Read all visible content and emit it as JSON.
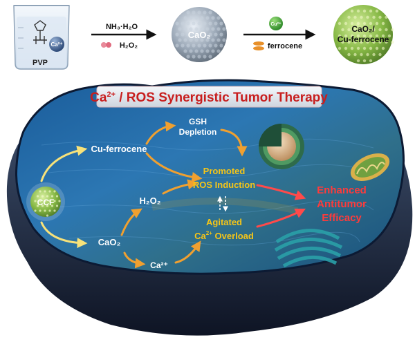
{
  "synthesis": {
    "beaker_label": "PVP",
    "beaker_ion": "Ca²⁺",
    "step1_reagent_a": "NH₃·H₂O",
    "step1_reagent_b": "H₂O₂",
    "product1": "CaO₂",
    "step2_ion": "Cu²⁺",
    "step2_reagent": "ferrocene",
    "product2_line1": "CaO₂/",
    "product2_line2": "Cu-ferrocene"
  },
  "therapy": {
    "title_pre": "Ca",
    "title_sup": "2+",
    "title_post": " / ROS Synergistic Tumor Therapy",
    "ccf_label": "CCF",
    "cu_ferrocene": "Cu-ferrocene",
    "cao2": "CaO₂",
    "h2o2": "H₂O₂",
    "ca_ion": "Ca²⁺",
    "gsh_line1": "GSH",
    "gsh_line2": "Depletion",
    "ros_line1": "Promoted",
    "ros_line2": "ROS Induction",
    "agitated_line1": "Agitated",
    "agitated_line2_pre": "Ca",
    "agitated_line2_sup": "2+",
    "agitated_line2_post": " Overload",
    "outcome_line1": "Enhanced",
    "outcome_line2": "Antitumor",
    "outcome_line3": "Efficacy"
  },
  "colors": {
    "process_text": "#ffffff",
    "effect_text": "#f5c518",
    "outcome_text": "#ff3b3b",
    "title_text": "#c81e1e",
    "arrow_yellow": "#f7e27a",
    "arrow_orange": "#f0a030"
  }
}
